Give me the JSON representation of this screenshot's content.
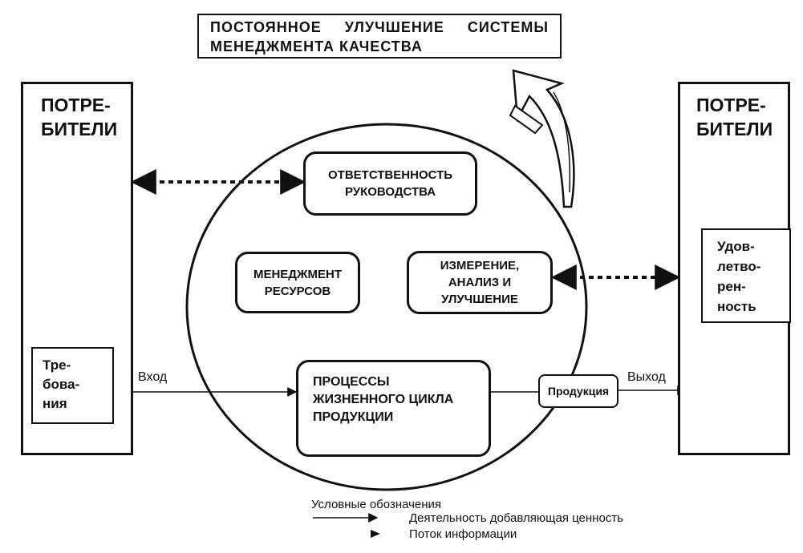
{
  "title": {
    "line1": [
      "ПОСТОЯННОЕ",
      "УЛУЧШЕНИЕ",
      "СИСТЕМЫ"
    ],
    "line2": "МЕНЕДЖМЕНТА КАЧЕСТВА"
  },
  "left_column": {
    "heading": [
      "ПОТРЕ-",
      "БИТЕЛИ"
    ],
    "sub_box": [
      "Тре-",
      "бова-",
      "ния"
    ]
  },
  "right_column": {
    "heading": [
      "ПОТРЕ-",
      "БИТЕЛИ"
    ],
    "sub_box": [
      "Удов-",
      "летво-",
      "рен-",
      "ность"
    ]
  },
  "circle_items": {
    "responsibility": [
      "ОТВЕТСТВЕННОСТЬ",
      "РУКОВОДСТВА"
    ],
    "resources": [
      "МЕНЕДЖМЕНТ",
      "РЕСУРСОВ"
    ],
    "measurement": [
      "ИЗМЕРЕНИЕ,",
      "АНАЛИЗ И",
      "УЛУЧШЕНИЕ"
    ],
    "processes": [
      "ПРОЦЕССЫ",
      "ЖИЗНЕННОГО ЦИКЛА",
      "ПРОДУКЦИИ"
    ]
  },
  "product_label": "Продукция",
  "input_label": "Вход",
  "output_label": "Выход",
  "legend": {
    "title": "Условные обозначения",
    "value_added": "Деятельность  добавляющая ценность",
    "info_flow": "Поток информации"
  }
}
